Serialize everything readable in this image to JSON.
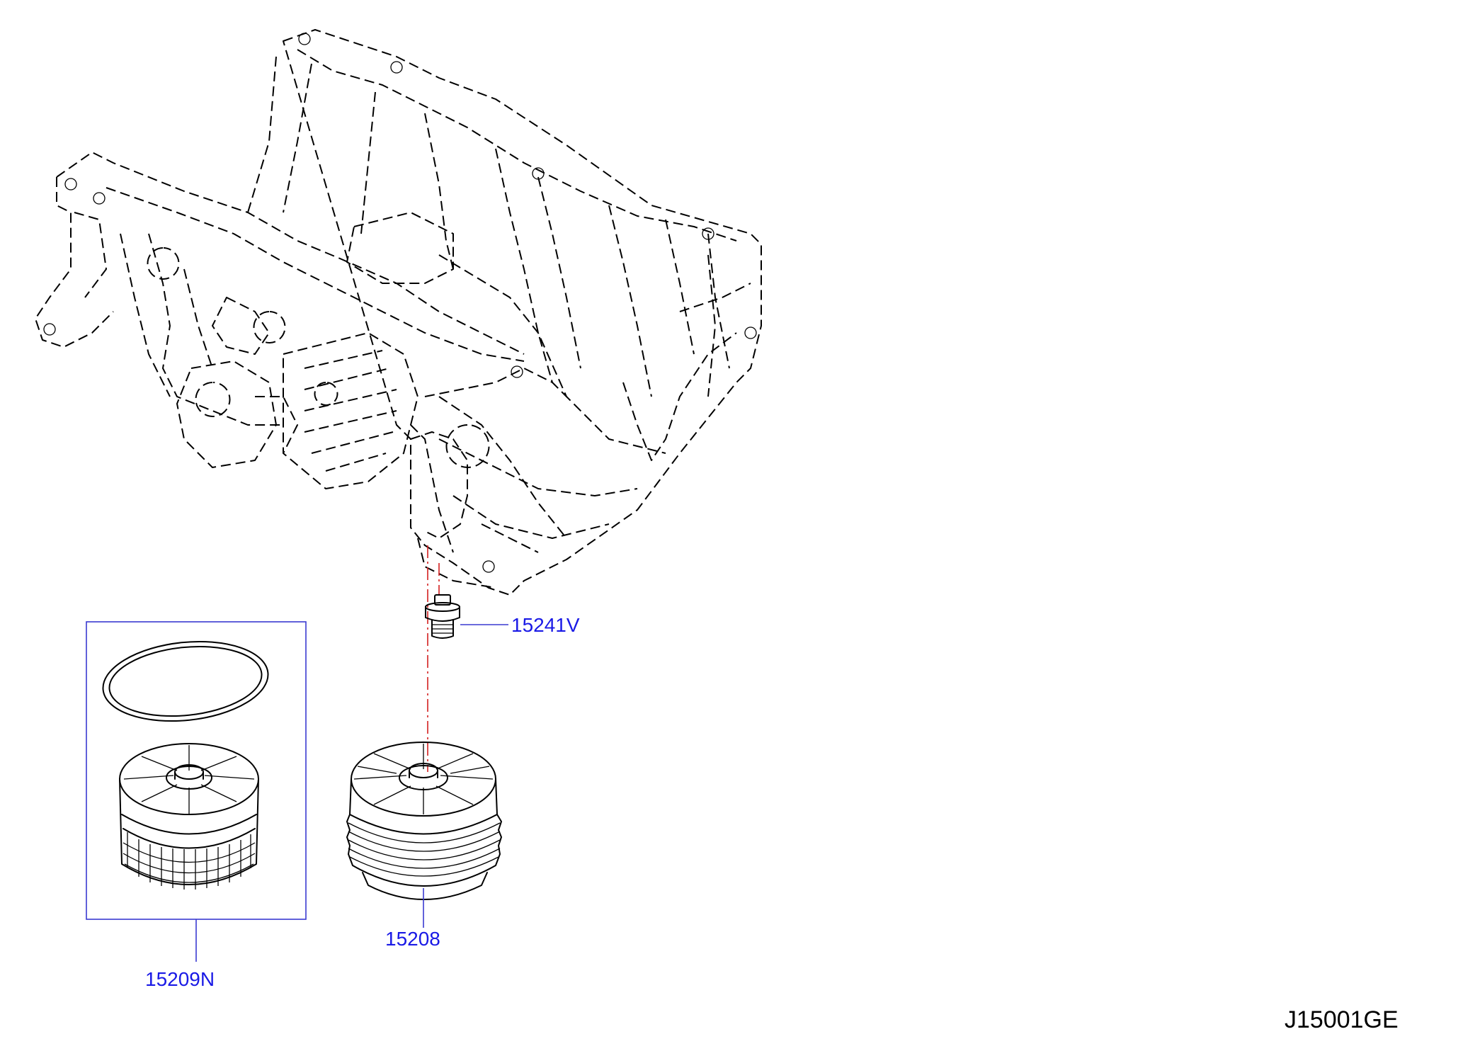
{
  "diagram": {
    "callouts": {
      "drain_plug": "15241V",
      "filter_cap": "15208",
      "filter_kit": "15209N"
    },
    "diagram_code": "J15001GE"
  },
  "colors": {
    "callout_text": "#1a1ae6",
    "leader_line": "#3a3ad0",
    "centerline": "#d42020",
    "ink": "#000000"
  }
}
